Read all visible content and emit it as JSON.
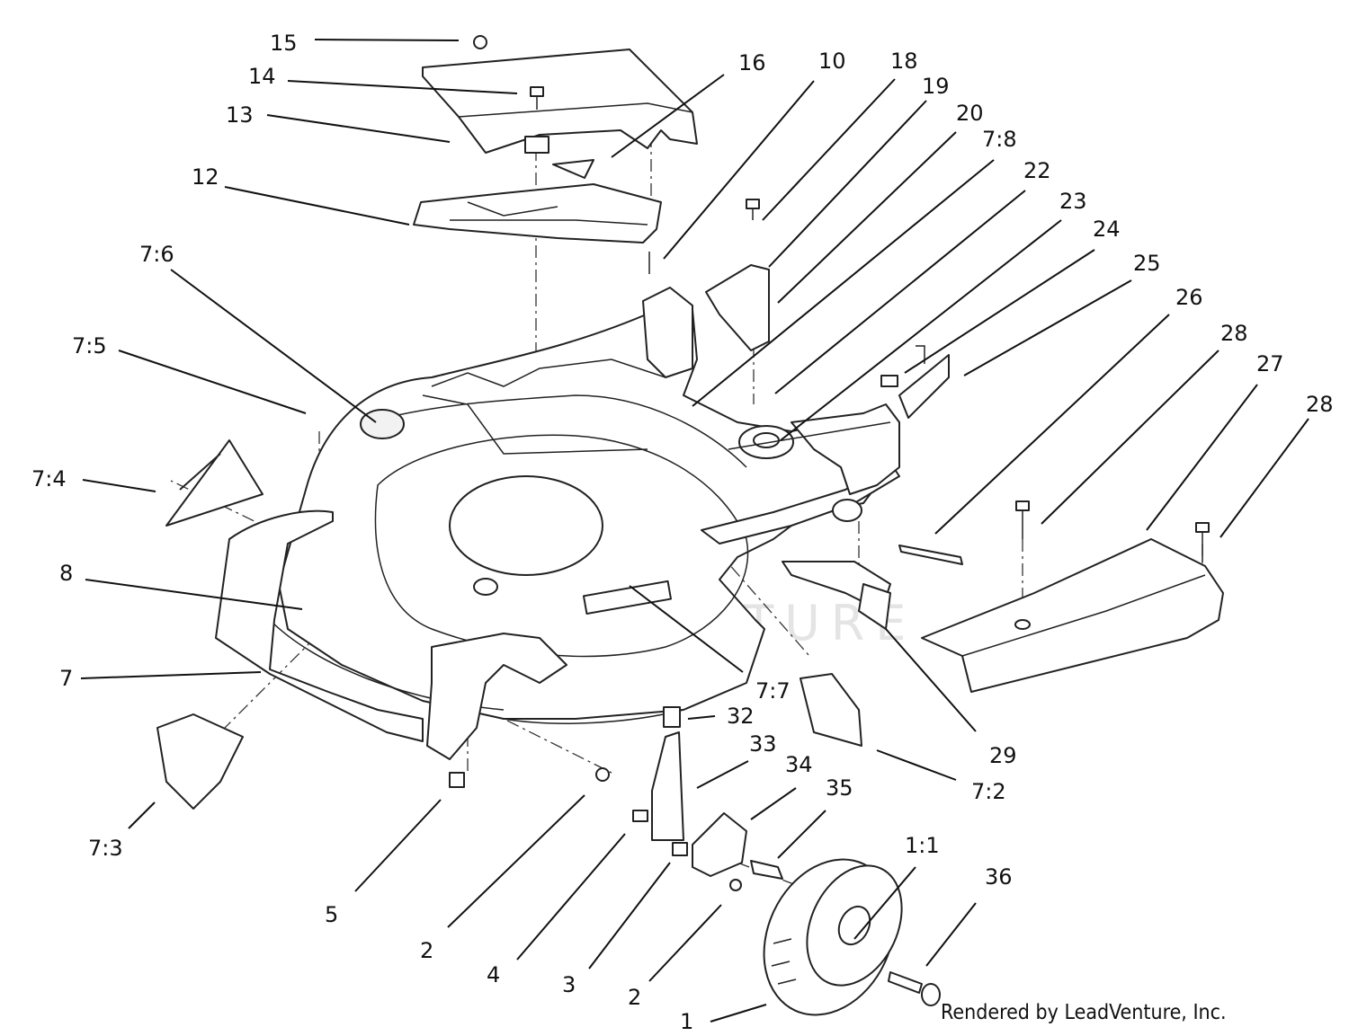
{
  "watermark": "LEADVENTURE",
  "credit": "Rendered by LeadVenture, Inc.",
  "callouts": [
    {
      "id": "c15",
      "label": "15"
    },
    {
      "id": "c14",
      "label": "14"
    },
    {
      "id": "c13",
      "label": "13"
    },
    {
      "id": "c16",
      "label": "16"
    },
    {
      "id": "c10",
      "label": "10"
    },
    {
      "id": "c18",
      "label": "18"
    },
    {
      "id": "c19",
      "label": "19"
    },
    {
      "id": "c20",
      "label": "20"
    },
    {
      "id": "c78",
      "label": "7:8"
    },
    {
      "id": "c22",
      "label": "22"
    },
    {
      "id": "c23",
      "label": "23"
    },
    {
      "id": "c24",
      "label": "24"
    },
    {
      "id": "c25",
      "label": "25"
    },
    {
      "id": "c26",
      "label": "26"
    },
    {
      "id": "c28a",
      "label": "28"
    },
    {
      "id": "c27",
      "label": "27"
    },
    {
      "id": "c28b",
      "label": "28"
    },
    {
      "id": "c12",
      "label": "12"
    },
    {
      "id": "c76",
      "label": "7:6"
    },
    {
      "id": "c75",
      "label": "7:5"
    },
    {
      "id": "c74",
      "label": "7:4"
    },
    {
      "id": "c8",
      "label": "8"
    },
    {
      "id": "c7",
      "label": "7"
    },
    {
      "id": "c73",
      "label": "7:3"
    },
    {
      "id": "c77",
      "label": "7:7"
    },
    {
      "id": "c32",
      "label": "32"
    },
    {
      "id": "c33",
      "label": "33"
    },
    {
      "id": "c34",
      "label": "34"
    },
    {
      "id": "c35",
      "label": "35"
    },
    {
      "id": "c29",
      "label": "29"
    },
    {
      "id": "c72",
      "label": "7:2"
    },
    {
      "id": "c11",
      "label": "1:1"
    },
    {
      "id": "c36",
      "label": "36"
    },
    {
      "id": "c5",
      "label": "5"
    },
    {
      "id": "c2a",
      "label": "2"
    },
    {
      "id": "c4",
      "label": "4"
    },
    {
      "id": "c3",
      "label": "3"
    },
    {
      "id": "c2b",
      "label": "2"
    },
    {
      "id": "c1",
      "label": "1"
    }
  ]
}
